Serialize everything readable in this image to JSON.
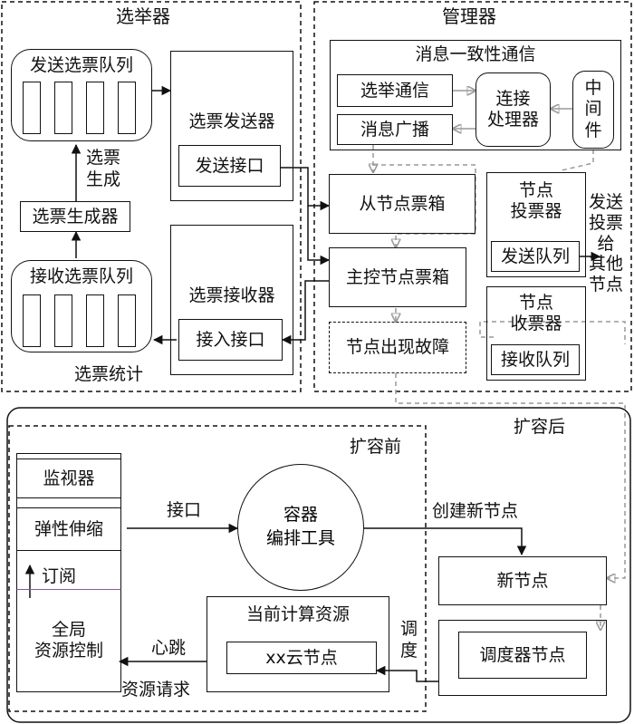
{
  "elector": {
    "title": "选举器",
    "send_queue": "发送选票队列",
    "vote_gen_label": "选票\n生成",
    "vote_generator": "选票生成器",
    "recv_queue": "接收选票队列",
    "vote_stats": "选票统计",
    "vote_sender": "选票发送器",
    "send_interface": "发送接口",
    "vote_receiver": "选票接收器",
    "recv_interface": "接入接口"
  },
  "manager": {
    "title": "管理器",
    "consistency": "消息一致性通信",
    "election_comm": "选举通信",
    "broadcast": "消息广播",
    "conn_handler": "连接\n处理器",
    "middleware": "中\n间\n件",
    "slave_ballot": "从节点票箱",
    "master_ballot": "主控节点票箱",
    "node_fault": "节点出现故障",
    "node_voter": "节点\n投票器",
    "send_queue": "发送队列",
    "node_receiver": "节点\n收票器",
    "recv_queue": "接收队列",
    "send_to_others": "发送\n投票\n给\n其他\n节点"
  },
  "scaling": {
    "after": "扩容后",
    "before": "扩容前",
    "monitor": "监视器",
    "elastic": "弹性伸缩",
    "subscribe": "订阅",
    "global_ctrl": "全局\n资源控制",
    "interface": "接口",
    "orchestrator": "容器\n编排工具",
    "create_node": "创建新节点",
    "new_node": "新节点",
    "current_res": "当前计算资源",
    "cloud_node": "xx云节点",
    "heartbeat": "心跳",
    "resource_req": "资源请求",
    "schedule": "调\n度",
    "scheduler_node": "调度器节点"
  }
}
